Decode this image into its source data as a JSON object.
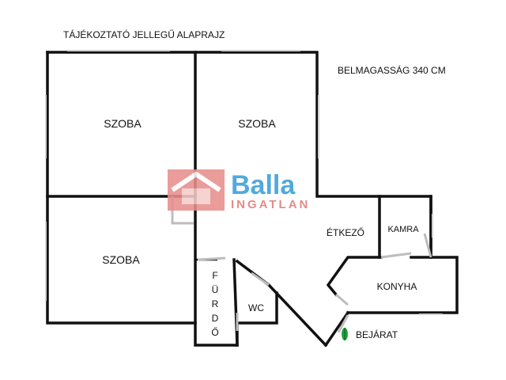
{
  "title": "TÁJÉKOZTATÓ JELLEGŰ ALAPRAJZ",
  "ceiling_height": "BELMAGASSÁG 340 CM",
  "rooms": {
    "room_top_left": "SZOBA",
    "room_top_right": "SZOBA",
    "room_bottom_left": "SZOBA",
    "dining": "ÉTKEZŐ",
    "pantry": "KAMRA",
    "bathroom": [
      "F",
      "Ü",
      "R",
      "D",
      "Ő"
    ],
    "wc": "WC",
    "kitchen": "KONYHA"
  },
  "entrance": {
    "label": "BEJÁRAT",
    "icon": "entrance-marker-icon",
    "color": "#1e9e3c"
  },
  "watermark": {
    "brand": "Balla",
    "sub": "INGATLAN",
    "brand_color": "#3a9fd8",
    "sub_color": "#e07a78",
    "house_color": "#e88f8d"
  }
}
